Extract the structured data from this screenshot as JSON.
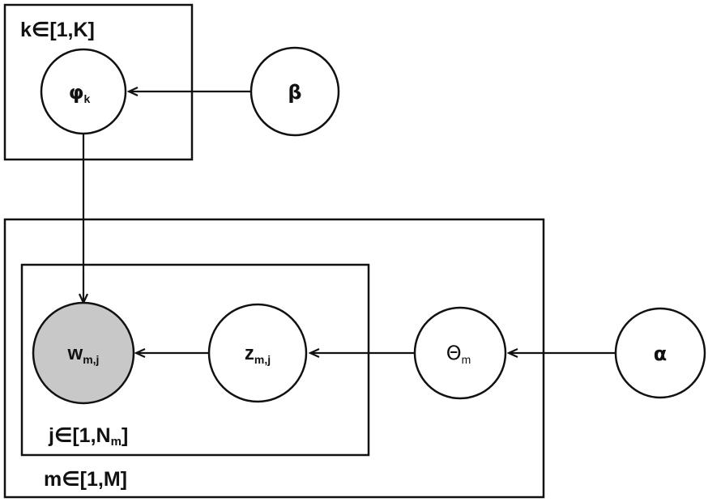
{
  "plates": {
    "topics": {
      "label": "k∈[1,K]"
    },
    "documents": {
      "label": "m∈[1,M]"
    },
    "words": {
      "label_main": "j∈[1,N",
      "label_sub": "m",
      "label_close": "]"
    }
  },
  "nodes": {
    "phi": {
      "symbol": "φ",
      "sub": "k",
      "observed": false
    },
    "beta": {
      "symbol": "β",
      "observed": false
    },
    "w": {
      "symbol": "w",
      "sub": "m,j",
      "observed": true
    },
    "z": {
      "symbol": "z",
      "sub": "m,j",
      "observed": false
    },
    "theta": {
      "symbol": "Θ",
      "sub": "m",
      "observed": false
    },
    "alpha": {
      "symbol": "α",
      "observed": false
    }
  },
  "colors": {
    "stroke": "#111111",
    "observed_fill": "#c8c8c8",
    "latent_fill": "#ffffff"
  }
}
